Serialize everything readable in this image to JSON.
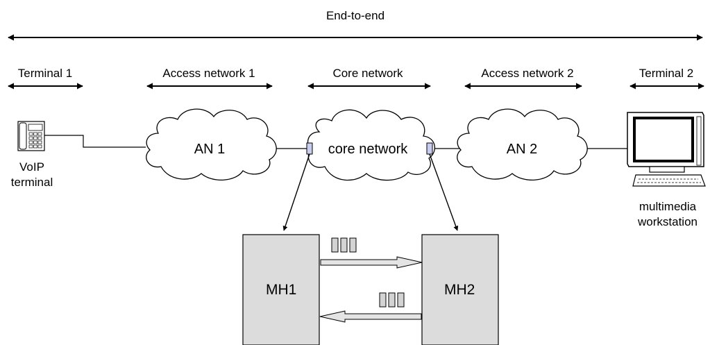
{
  "title": "End-to-end",
  "segments": {
    "terminal1": "Terminal 1",
    "access1": "Access network 1",
    "core": "Core network",
    "access2": "Access network 2",
    "terminal2": "Terminal 2"
  },
  "clouds": {
    "an1": "AN 1",
    "core": "core network",
    "an2": "AN 2"
  },
  "devices": {
    "voip_line1": "VoIP",
    "voip_line2": "terminal",
    "ws_line1": "multimedia",
    "ws_line2": "workstation"
  },
  "hosts": {
    "mh1": "MH1",
    "mh2": "MH2"
  },
  "colors": {
    "host_fill": "#dcdcdc",
    "port_fill": "#c8cdf0",
    "packet_fill": "#d3d3d3"
  }
}
